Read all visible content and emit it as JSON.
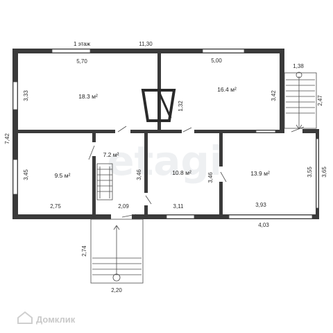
{
  "floor": {
    "title": "1 этаж"
  },
  "rooms": [
    {
      "id": "room-top-left",
      "area": "18.3 м²"
    },
    {
      "id": "room-top-right",
      "area": "16.4 м²"
    },
    {
      "id": "room-bottom-left",
      "area": "9.5 м²"
    },
    {
      "id": "room-hall",
      "area": "7.2 м²"
    },
    {
      "id": "room-middle",
      "area": "10.8 м²"
    },
    {
      "id": "room-bottom-right",
      "area": "13.9 м²"
    }
  ],
  "dimensions": {
    "overall_width": "11,30",
    "top_left_width": "5,70",
    "top_right_width": "5,00",
    "left_overall_height": "7,42",
    "top_left_height": "3,33",
    "chimney_height": "1,32",
    "top_right_height": "3,42",
    "stair_right_width": "1,38",
    "stair_right_height": "2,47",
    "bottom_left_height": "3,45",
    "bottom_left_width": "2,75",
    "hall_width": "2,09",
    "hall_height": "3,46",
    "middle_height": "3,46",
    "middle_width": "3,11",
    "bottom_right_inner_height": "3,55",
    "bottom_right_outer_height": "3,65",
    "bottom_right_width": "3,93",
    "bottom_right_outer_width": "4,03",
    "porch_height": "2,74",
    "porch_width": "2,20"
  },
  "watermark": {
    "text": "etagi"
  },
  "brand": {
    "name": "Домклик"
  },
  "icons": {
    "brand_logo": "domclick-logo-icon"
  },
  "colors": {
    "wall": "#3a3a3a",
    "line": "#4a4a4a",
    "watermark": "#eef0f2"
  }
}
